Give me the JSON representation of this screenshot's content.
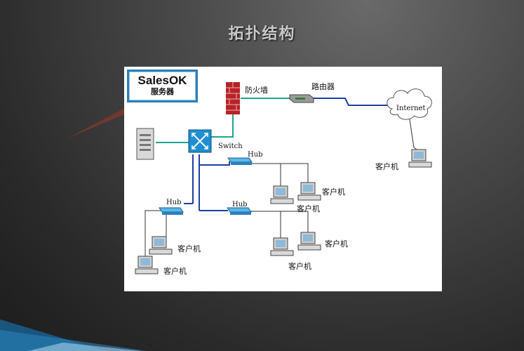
{
  "title": "拓扑结构",
  "callout": {
    "line1": "SalesOK",
    "line2": "服务器"
  },
  "diagram": {
    "firewall": "防火墙",
    "router": "路由器",
    "internet": "Internet",
    "switch": "Switch",
    "hub_top": "Hub",
    "hub_left": "Hub",
    "hub_mid": "Hub",
    "client": "客户机"
  },
  "colors": {
    "accent_blue": "#2f7fb5",
    "link_green": "#1ea58a",
    "link_blue": "#1f3fa0",
    "firewall_red": "#b82226"
  }
}
